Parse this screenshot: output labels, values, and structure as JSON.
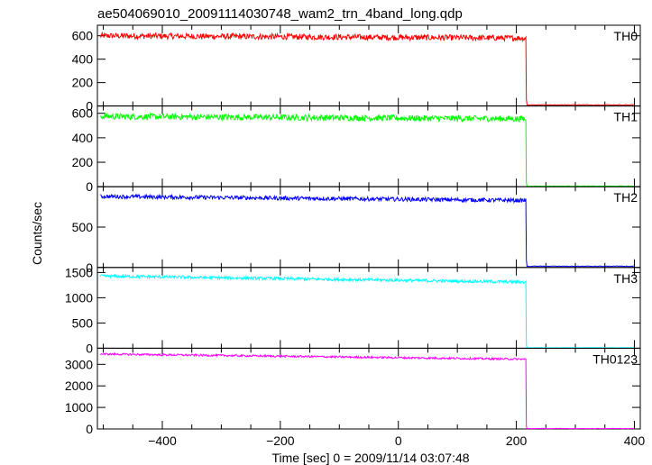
{
  "chart_data": {
    "type": "line",
    "title": "ae504069010_20091114030748_wam2_trn_4band_long.qdp",
    "xlabel": "Time [sec] 0 = 2009/11/14 03:07:48",
    "ylabel": "Counts/sec",
    "xlim": [
      -510,
      410
    ],
    "xticks": [
      -400,
      -200,
      0,
      200,
      400
    ],
    "drop_time": 216,
    "t_start": -505,
    "t_end": 400,
    "panels": [
      {
        "name": "TH0",
        "color": "#ff0000",
        "ylim": [
          0,
          690
        ],
        "yticks": [
          0,
          200,
          400,
          600
        ],
        "before": {
          "start": 600,
          "end": 580,
          "noise": 25
        },
        "after": 10
      },
      {
        "name": "TH1",
        "color": "#00ff00",
        "ylim": [
          0,
          660
        ],
        "yticks": [
          0,
          200,
          400,
          600
        ],
        "before": {
          "start": 575,
          "end": 555,
          "noise": 25
        },
        "after": 5
      },
      {
        "name": "TH2",
        "color": "#0000ff",
        "ylim": [
          0,
          1000
        ],
        "yticks": [
          0,
          500
        ],
        "before": {
          "start": 880,
          "end": 830,
          "noise": 25
        },
        "after": 15
      },
      {
        "name": "TH3",
        "color": "#00ffff",
        "ylim": [
          0,
          1600
        ],
        "yticks": [
          0,
          500,
          1000,
          1500
        ],
        "before": {
          "start": 1430,
          "end": 1310,
          "noise": 30
        },
        "after": 10
      },
      {
        "name": "TH0123",
        "color": "#ff00ff",
        "ylim": [
          0,
          3750
        ],
        "yticks": [
          0,
          1000,
          2000,
          3000
        ],
        "before": {
          "start": 3480,
          "end": 3240,
          "noise": 45
        },
        "after": 20
      }
    ]
  }
}
